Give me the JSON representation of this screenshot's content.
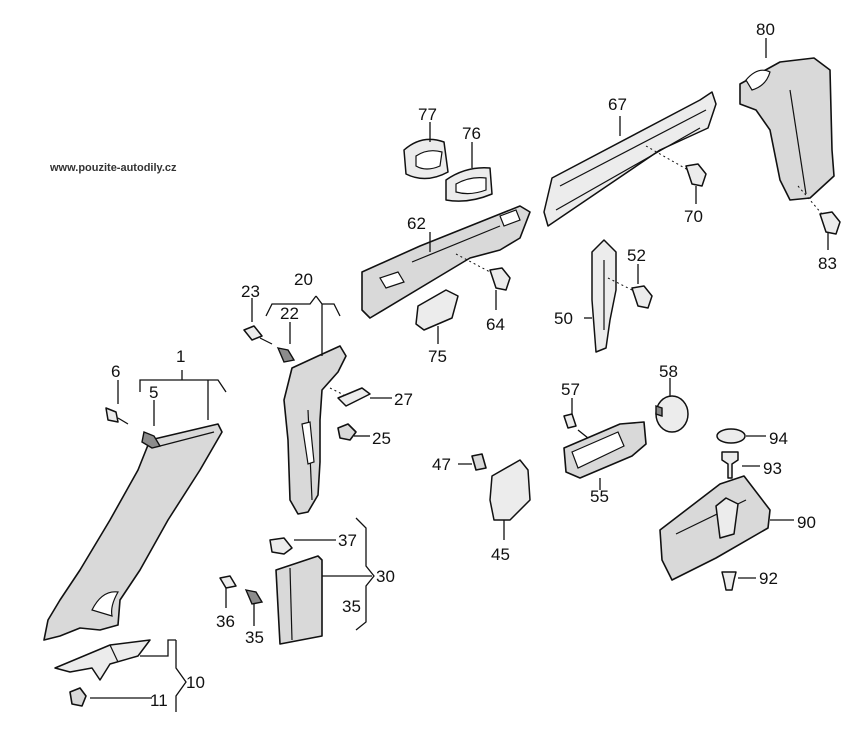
{
  "watermark": "www.pouzite-autodily.cz",
  "labels": {
    "p1": "1",
    "p5": "5",
    "p6": "6",
    "p10": "10",
    "p11": "11",
    "p20": "20",
    "p22": "22",
    "p23": "23",
    "p25": "25",
    "p27": "27",
    "p30": "30",
    "p35a": "35",
    "p35b": "35",
    "p36": "36",
    "p37": "37",
    "p45": "45",
    "p47": "47",
    "p50": "50",
    "p52": "52",
    "p55": "55",
    "p57": "57",
    "p58": "58",
    "p62": "62",
    "p64": "64",
    "p67": "67",
    "p70": "70",
    "p75": "75",
    "p76": "76",
    "p77": "77",
    "p80": "80",
    "p83": "83",
    "p90": "90",
    "p92": "92",
    "p93": "93",
    "p94": "94"
  }
}
